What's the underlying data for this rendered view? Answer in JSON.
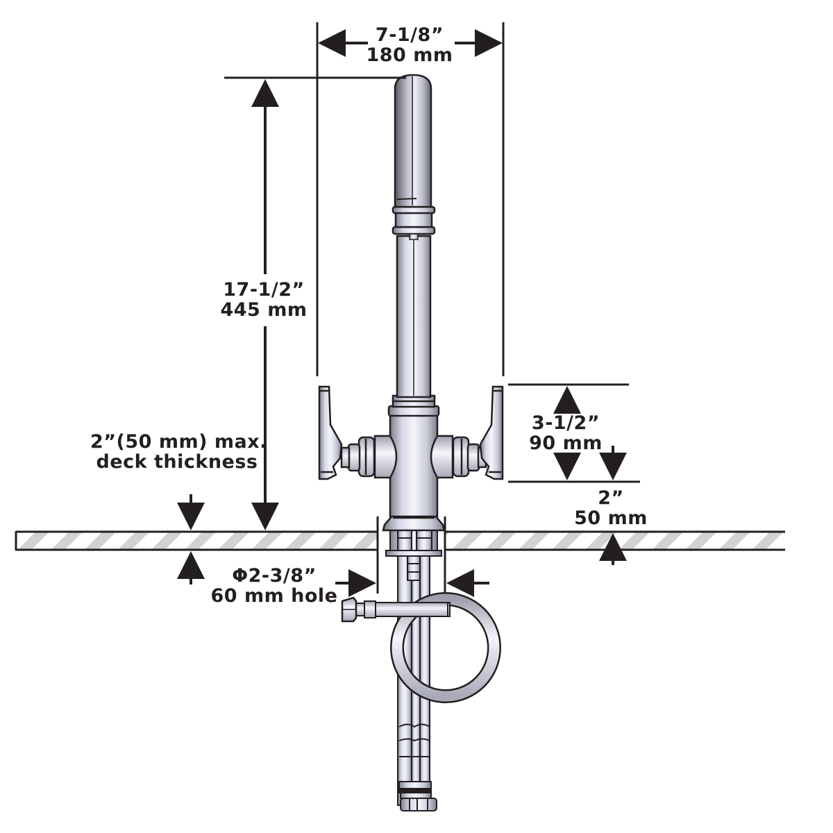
{
  "title": "Faucet installation dimensions",
  "colors": {
    "ink": "#231f20",
    "metal_light": "#f2f2fa",
    "metal_mid": "#cfd0de",
    "metal_dark": "#8a8b99",
    "hatch": "#d0d0d0"
  },
  "dimensions": {
    "spread_width": {
      "imperial": "7-1/8”",
      "metric": "180 mm"
    },
    "overall_height": {
      "imperial": "17-1/2”",
      "metric": "445 mm"
    },
    "handle_height": {
      "imperial": "3-1/2”",
      "metric": "90 mm"
    },
    "handle_to_deck": {
      "imperial": "2”",
      "metric": "50 mm"
    },
    "deck_thickness": {
      "line1": "2”(50 mm) max.",
      "line2": "deck thickness"
    },
    "hole_diameter": {
      "imperial": "Φ2-3/8”",
      "metric": "60 mm hole"
    }
  }
}
